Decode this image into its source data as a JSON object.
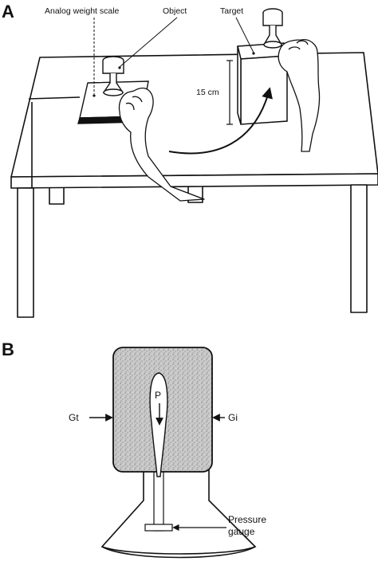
{
  "panels": {
    "a": {
      "label": "A",
      "callouts": {
        "scale": "Analog weight scale",
        "object": "Object",
        "target": "Target",
        "height": "15 cm"
      }
    },
    "b": {
      "label": "B",
      "callouts": {
        "pressure": "P",
        "force_left": "Gt",
        "force_right": "Gi",
        "gauge_line1": "Pressure",
        "gauge_line2": "gauge"
      }
    }
  }
}
